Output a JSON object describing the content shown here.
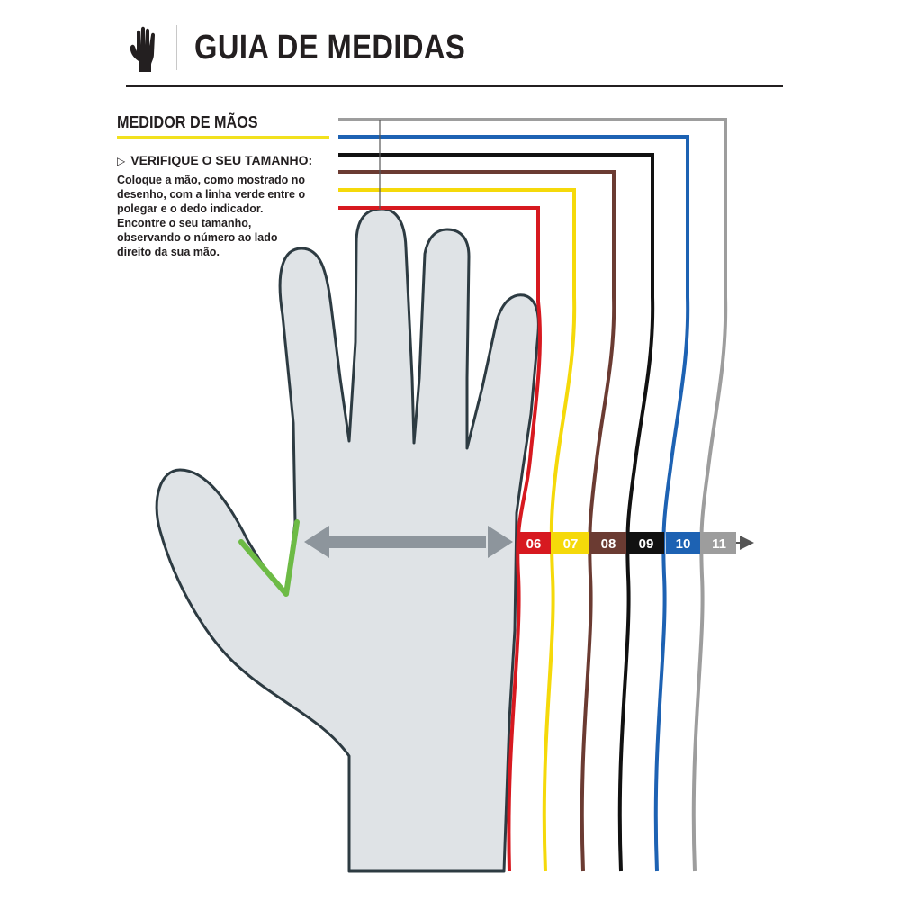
{
  "header": {
    "title": "GUIA DE MEDIDAS",
    "icon": "glove-icon"
  },
  "section": {
    "title": "MEDIDOR DE MÃOS",
    "subtitle": "VERIFIQUE O SEU TAMANHO:",
    "instructions": "Coloque a mão, como mostrado no desenho, com a linha verde entre o polegar e o dedo indicador. Encontre o seu tamanho, observando o número ao lado direito da sua mão."
  },
  "sizes": [
    {
      "label": "06",
      "color": "#d71920"
    },
    {
      "label": "07",
      "color": "#f5d90a"
    },
    {
      "label": "08",
      "color": "#6b3b32"
    },
    {
      "label": "09",
      "color": "#111111"
    },
    {
      "label": "10",
      "color": "#1d62b3"
    },
    {
      "label": "11",
      "color": "#9d9d9d"
    }
  ],
  "colors": {
    "hand_fill": "#dfe3e6",
    "hand_outline": "#2d3b42",
    "measure_arrow": "#8d959c",
    "thumb_line": "#6dbb45",
    "accent_yellow": "#f2e11e"
  }
}
